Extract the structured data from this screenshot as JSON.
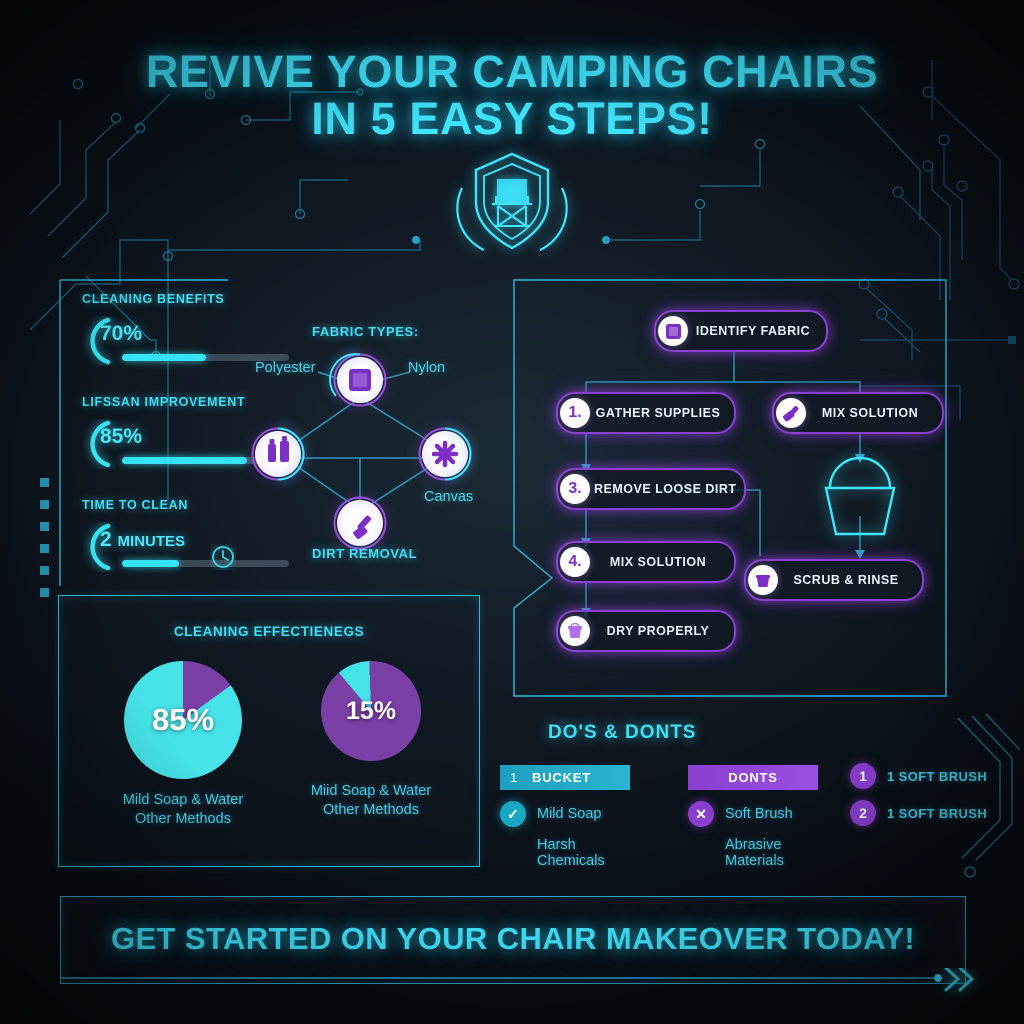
{
  "theme": {
    "bg": "#0b1118",
    "cyan": "#3fe6ff",
    "cyan_dim": "#44cfe8",
    "purple": "#8b3fd4",
    "pie_cyan": "#45e3e8",
    "pie_purple": "#7b3fa8",
    "track": "#3d4c58"
  },
  "header": {
    "title_line1": "REVIVE YOUR CAMPING CHAIRS",
    "title_line2": "IN 5 EASY STEPS!",
    "logo_icon": "shield-chair-icon"
  },
  "stats": {
    "items": [
      {
        "label": "CLEANING BENEFITS",
        "value": "70%",
        "unit": "",
        "percent": 50,
        "icon": ""
      },
      {
        "label": "LIFSSAN IMPROVEMENT",
        "value": "85%",
        "unit": "",
        "percent": 75,
        "icon": ""
      },
      {
        "label": "TIME TO CLEAN",
        "value": "2",
        "unit": "MINUTES",
        "percent": 34,
        "icon": "clock-icon"
      }
    ]
  },
  "fabric": {
    "title": "FABRIC TYPES:",
    "caption": "DIRT REMOVAL",
    "nodes": [
      {
        "label": "Polyester",
        "icon": "fabric-swatch-icon"
      },
      {
        "label": "Nylon",
        "icon": "fabric-swatch-icon"
      },
      {
        "label": "Canvas",
        "icon": "snowflake-icon"
      },
      {
        "label": "",
        "icon": "spray-bottles-icon"
      },
      {
        "label": "",
        "icon": "brush-icon"
      }
    ]
  },
  "chart_data": {
    "type": "pie",
    "title": "CLEANING EFFECTIENEGS",
    "charts": [
      {
        "center_label": "85%",
        "labels": [
          "Mild Soap & Water",
          "Other Methods"
        ],
        "values": [
          85,
          15
        ],
        "colors": [
          "#45e3e8",
          "#7b3fa8"
        ]
      },
      {
        "center_label": "15%",
        "labels": [
          "Miid Soap & Water",
          "Other Methods"
        ],
        "values": [
          15,
          85
        ],
        "colors": [
          "#45e3e8",
          "#7b3fa8"
        ]
      }
    ],
    "legend_position": "below"
  },
  "flow": {
    "nodes": [
      {
        "id": "identify",
        "badge": "",
        "badge_icon": "fabric-swatch-icon",
        "label": "IDENTIFY FABRIC"
      },
      {
        "id": "gather",
        "badge": "1.",
        "badge_icon": "",
        "label": "GATHER SUPPLIES"
      },
      {
        "id": "mix1",
        "badge": "",
        "badge_icon": "brush-icon",
        "label": "MIX SOLUTION"
      },
      {
        "id": "remove",
        "badge": "3.",
        "badge_icon": "",
        "label": "REMOVE LOOSE DIRT"
      },
      {
        "id": "mix2",
        "badge": "4.",
        "badge_icon": "",
        "label": "MIX SOLUTION"
      },
      {
        "id": "scrub",
        "badge": "",
        "badge_icon": "bucket-icon",
        "label": "SCRUB & RINSE"
      },
      {
        "id": "dry",
        "badge": "",
        "badge_icon": "bucket-icon",
        "label": "DRY PROPERLY"
      }
    ],
    "decor_icon": "bucket-outline-icon"
  },
  "dos_donts": {
    "title": "DO'S & DONTS",
    "col1": {
      "head_index": "1",
      "head_label": "BUCKET",
      "item_icon": "check-icon",
      "item_label": "Mild Soap",
      "sub_label": "Harsh Chemicals"
    },
    "col2": {
      "head_label": "DONTS",
      "item_icon": "cross-icon",
      "item_label": "Soft Brush",
      "sub_label": "Abrasive Materials"
    },
    "col3": {
      "rows": [
        {
          "badge": "1",
          "label": "1 SOFT BRUSH"
        },
        {
          "badge": "2",
          "label": "1 SOFT BRUSH"
        }
      ]
    }
  },
  "footer": {
    "cta": "GET STARTED ON YOUR CHAIR MAKEOVER TODAY!",
    "arrow_icon": "double-chevron-right-icon"
  }
}
